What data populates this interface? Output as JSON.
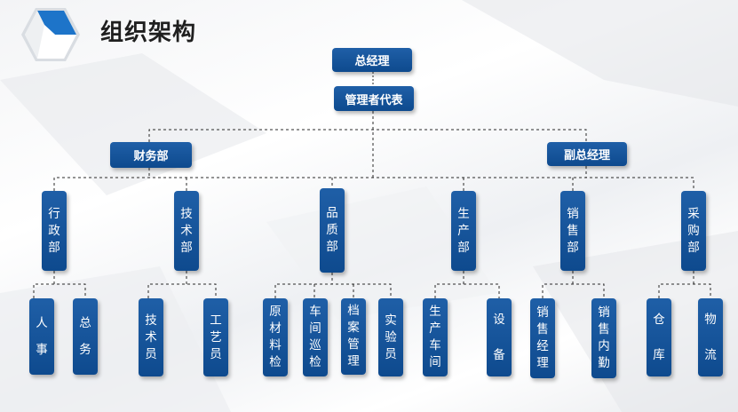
{
  "header": {
    "title": "组织架构"
  },
  "org": {
    "ceo": "总经理",
    "rep": "管理者代表",
    "finance": "财务部",
    "vgm": "副总经理",
    "departments": [
      {
        "label": "行政部",
        "chars": [
          "行",
          "政",
          "部"
        ]
      },
      {
        "label": "技术部",
        "chars": [
          "技",
          "术",
          "部"
        ]
      },
      {
        "label": "品质部",
        "chars": [
          "品",
          "质",
          "部"
        ]
      },
      {
        "label": "生产部",
        "chars": [
          "生",
          "产",
          "部"
        ]
      },
      {
        "label": "销售部",
        "chars": [
          "销",
          "售",
          "部"
        ]
      },
      {
        "label": "采购部",
        "chars": [
          "采",
          "购",
          "部"
        ]
      }
    ],
    "units": [
      {
        "label": "人事",
        "chars": [
          "人",
          "事"
        ]
      },
      {
        "label": "总务",
        "chars": [
          "总",
          "务"
        ]
      },
      {
        "label": "技术员",
        "chars": [
          "技",
          "术",
          "员"
        ]
      },
      {
        "label": "工艺员",
        "chars": [
          "工",
          "艺",
          "员"
        ]
      },
      {
        "label": "原材料检",
        "chars": [
          "原",
          "材",
          "料",
          "检"
        ]
      },
      {
        "label": "车间巡检",
        "chars": [
          "车",
          "间",
          "巡",
          "检"
        ]
      },
      {
        "label": "档案管理",
        "chars": [
          "档",
          "案",
          "管",
          "理"
        ]
      },
      {
        "label": "实验员",
        "chars": [
          "实",
          "验",
          "员"
        ]
      },
      {
        "label": "生产车间",
        "chars": [
          "生",
          "产",
          "车",
          "间"
        ]
      },
      {
        "label": "设备",
        "chars": [
          "设",
          "备"
        ]
      },
      {
        "label": "销售经理",
        "chars": [
          "销",
          "售",
          "经",
          "理"
        ]
      },
      {
        "label": "销售内勤",
        "chars": [
          "销",
          "售",
          "内",
          "勤"
        ]
      },
      {
        "label": "仓库",
        "chars": [
          "仓",
          "库"
        ]
      },
      {
        "label": "物流",
        "chars": [
          "物",
          "流"
        ]
      }
    ]
  },
  "colors": {
    "node": "#13508f",
    "connector": "#2a2a2a",
    "logo": "#1d74c9"
  }
}
